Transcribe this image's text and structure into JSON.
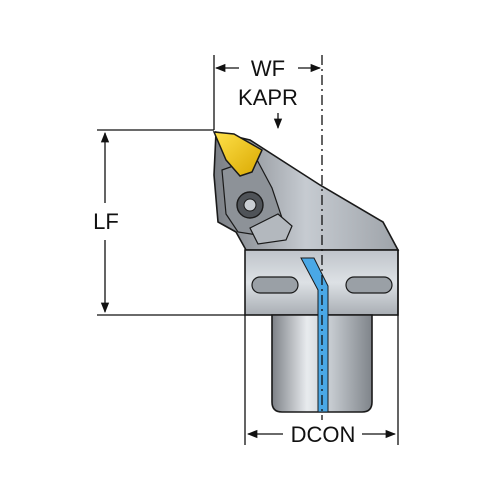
{
  "diagram": {
    "labels": {
      "wf": "WF",
      "kapr": "KAPR",
      "lf": "LF",
      "dcon": "DCON"
    },
    "colors": {
      "background": "#ffffff",
      "line": "#111111",
      "insert": "#f5c800",
      "coolant_channel": "#4aa8e6",
      "body_dark": "#6f7378",
      "body_light": "#d9dde2"
    }
  }
}
